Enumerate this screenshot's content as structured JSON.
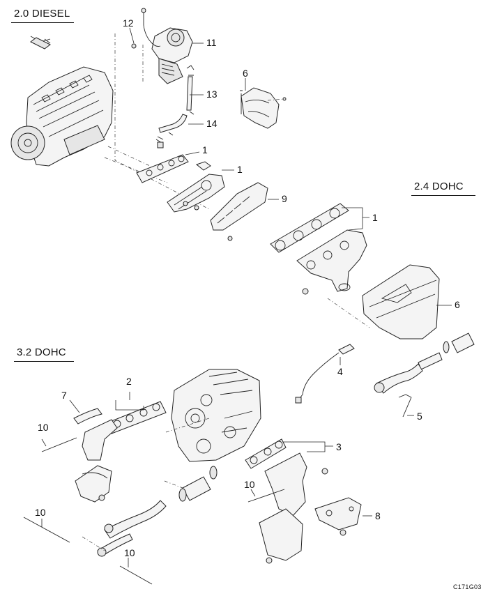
{
  "sections": {
    "diesel": "2.0 DIESEL",
    "dohc24": "2.4 DOHC",
    "dohc32": "3.2 DOHC"
  },
  "callouts": {
    "c12": "12",
    "c11": "11",
    "c6_top": "6",
    "c13": "13",
    "c14": "14",
    "c1_a": "1",
    "c1_b": "1",
    "c9": "9",
    "c1_c": "1",
    "c6_mid": "6",
    "c4": "4",
    "c5": "5",
    "c2": "2",
    "c7": "7",
    "c10_a": "10",
    "c3": "3",
    "c10_b": "10",
    "c8": "8",
    "c10_c": "10",
    "c10_d": "10"
  },
  "figure_code": "C171G03"
}
